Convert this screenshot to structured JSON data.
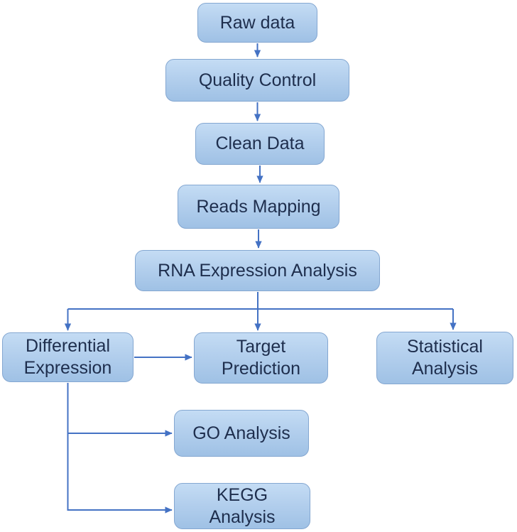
{
  "diagram": {
    "type": "flowchart",
    "background": "#ffffff",
    "colors": {
      "node_fill_top": "#c4dcf4",
      "node_fill_bottom": "#9fc1e5",
      "node_border": "#84a7d1",
      "connector": "#4472c4",
      "text": "#1e2e4d"
    },
    "nodes": [
      {
        "id": "raw-data",
        "label": "Raw data"
      },
      {
        "id": "quality-control",
        "label": "Quality Control"
      },
      {
        "id": "clean-data",
        "label": "Clean Data"
      },
      {
        "id": "reads-mapping",
        "label": "Reads Mapping"
      },
      {
        "id": "rna-expression-analysis",
        "label": "RNA Expression Analysis"
      },
      {
        "id": "differential-expression",
        "label": "Differential Expression"
      },
      {
        "id": "target-prediction",
        "label": "Target Prediction"
      },
      {
        "id": "statistical-analysis",
        "label": "Statistical Analysis"
      },
      {
        "id": "go-analysis",
        "label": "GO Analysis"
      },
      {
        "id": "kegg-analysis",
        "label": "KEGG Analysis"
      }
    ],
    "edges": [
      {
        "from": "Raw data",
        "to": "Quality Control"
      },
      {
        "from": "Quality Control",
        "to": "Clean Data"
      },
      {
        "from": "Clean Data",
        "to": "Reads Mapping"
      },
      {
        "from": "Reads Mapping",
        "to": "RNA Expression Analysis"
      },
      {
        "from": "RNA Expression Analysis",
        "to": "Differential Expression"
      },
      {
        "from": "RNA Expression Analysis",
        "to": "Target Prediction"
      },
      {
        "from": "RNA Expression Analysis",
        "to": "Statistical Analysis"
      },
      {
        "from": "Differential Expression",
        "to": "Target Prediction"
      },
      {
        "from": "Differential Expression",
        "to": "GO Analysis"
      },
      {
        "from": "Differential Expression",
        "to": "KEGG Analysis"
      }
    ]
  }
}
